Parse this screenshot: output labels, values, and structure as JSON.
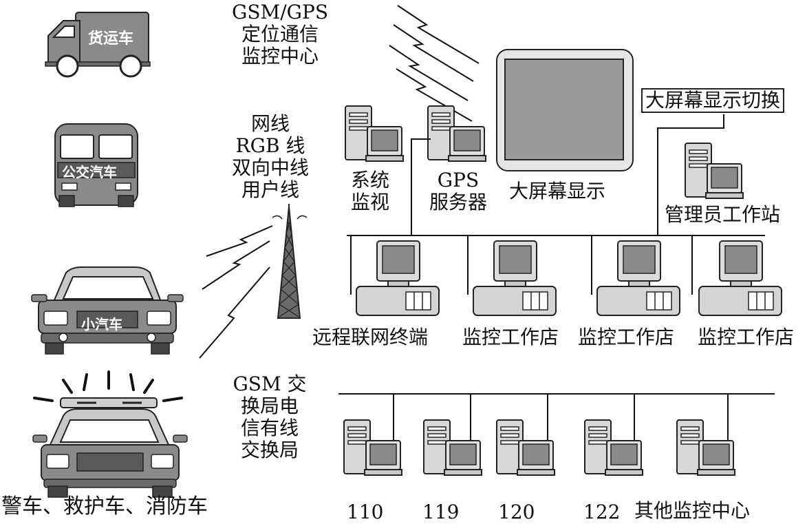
{
  "vehicles": {
    "truck": "货运车",
    "bus": "公交汽车",
    "car": "小汽车",
    "emergency": "警车、救护车、消防车"
  },
  "gsm_gps_center": [
    "GSM/GPS",
    "定位通信",
    "监控中心"
  ],
  "links": [
    "网线",
    "RGB 线",
    "双向中线",
    "用户线"
  ],
  "gsm_exchange": [
    "GSM 交",
    "换局电",
    "信有线",
    "交换局"
  ],
  "system_monitor": [
    "系统",
    "监视"
  ],
  "gps_server": [
    "GPS",
    "服务器"
  ],
  "big_screen": "大屏幕显示",
  "big_screen_switch": "大屏幕显示切换",
  "admin_station": "管理员工作站",
  "terminals": [
    "远程联网终端",
    "监控工作店",
    "监控工作店",
    "监控工作店"
  ],
  "hotlines": [
    "110",
    "119",
    "120",
    "122"
  ],
  "other_centers": "其他监控中心",
  "colors": {
    "ink": "#111111",
    "gray": "#8a8a8a",
    "light_gray": "#c8c8c8",
    "dark_gray": "#4a4a4a",
    "screen": "#9a9a9a"
  }
}
